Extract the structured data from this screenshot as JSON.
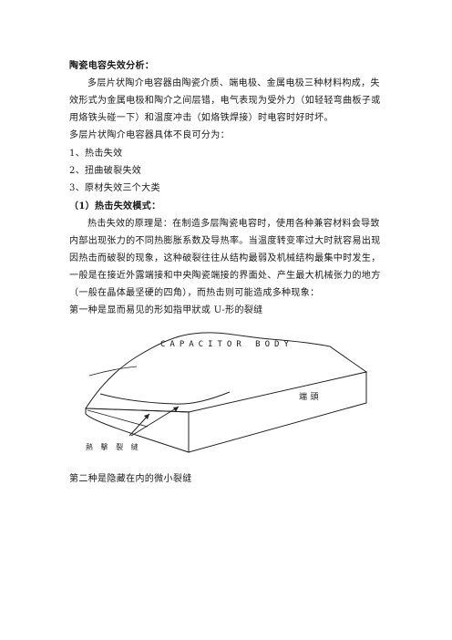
{
  "section_title": "陶瓷电容失效分析：",
  "intro": {
    "line1": "多层片状陶介电容器由陶瓷介质、端电极、金属电极三种材料构成，失",
    "line2": "效形式为金属电极和陶介之间层错，电气表现为受外力（如轻轻弯曲板子或",
    "line3": "用烙铁头碰一下）和温度冲击（如烙铁焊接）时电容时好时坏。"
  },
  "classification": {
    "lead": "多层片状陶介电容器具体不良可分为：",
    "items": [
      "1、热击失效",
      "2、扭曲破裂失效",
      "3、原材失效三个大类"
    ]
  },
  "subsection_title": "（1）热击失效模式：",
  "thermal": {
    "line1": "热击失效的原理是：在制造多层陶瓷电容时，使用各种兼容材料会导致",
    "line2": "内部出现张力的不同热膨胀系数及导热率。当温度转变率过大时就容易出现",
    "line3": "因热击而破裂的现象，这种破裂往往从结构最弱及机械结构最集中时发生，",
    "line4": "一般是在接近外露端接和中央陶瓷端接的界面处、产生最大机械张力的地方",
    "line5": "（一般在晶体最坚硬的四角），而热击则可能造成多种现象："
  },
  "type1": "第一种是显而易见的形如指甲狀或 U-形的裂缝",
  "figure": {
    "body_label": "CAPACITOR BODY",
    "termination_label": "端 頭",
    "crack_label": "熱 擊 裂 縫"
  },
  "type2": "第二种是隐藏在内的微小裂缝"
}
